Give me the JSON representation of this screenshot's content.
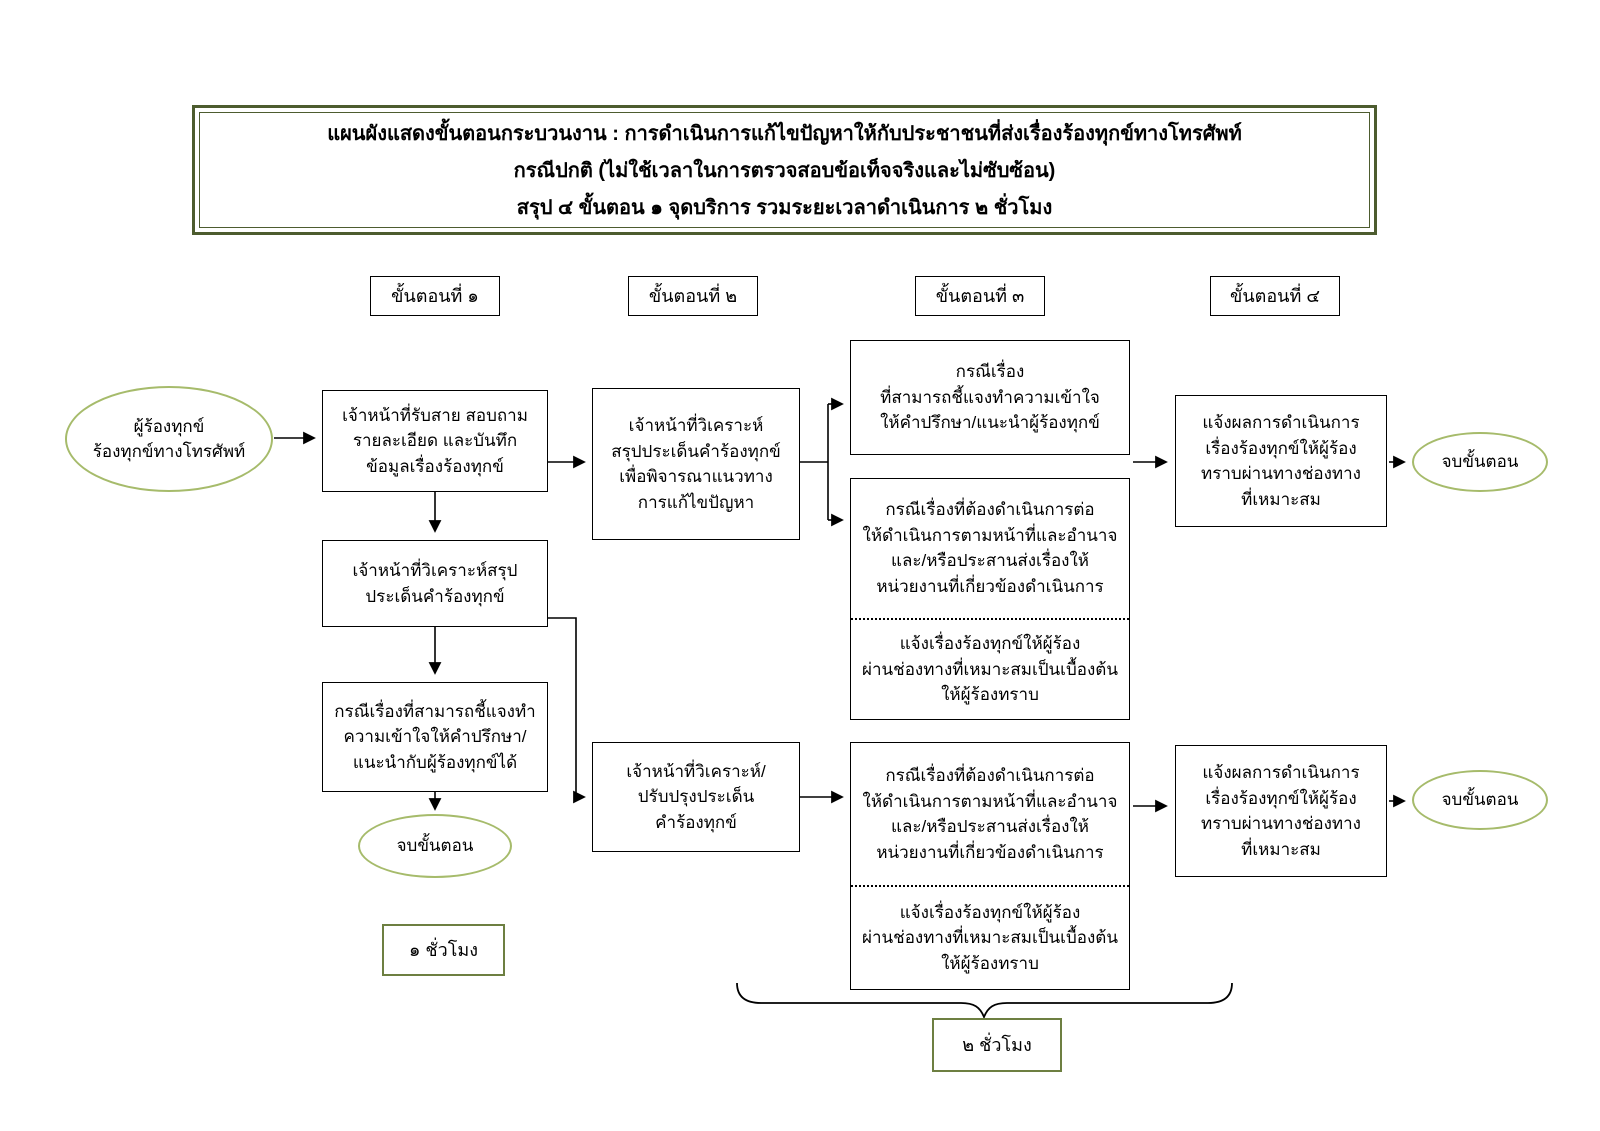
{
  "title": {
    "line1": "แผนผังแสดงขั้นตอนกระบวนงาน : การดำเนินการแก้ไขปัญหาให้กับประชาชนที่ส่งเรื่องร้องทุกข์ทางโทรศัพท์",
    "line2": "กรณีปกติ (ไม่ใช้เวลาในการตรวจสอบข้อเท็จจริงและไม่ซับซ้อน)",
    "line3": "สรุป ๔ ขั้นตอน ๑ จุดบริการ รวมระยะเวลาดำเนินการ ๒ ชั่วโมง"
  },
  "step_headers": [
    "ขั้นตอนที่ ๑",
    "ขั้นตอนที่ ๒",
    "ขั้นตอนที่ ๓",
    "ขั้นตอนที่ ๔"
  ],
  "nodes": {
    "start": "ผู้ร้องทุกข์\nร้องทุกข์ทางโทรศัพท์",
    "receive_call": "เจ้าหน้าที่รับสาย สอบถาม\nรายละเอียด และบันทึก\nข้อมูลเรื่องร้องทุกข์",
    "analyze_summary": "เจ้าหน้าที่วิเคราะห์สรุป\nประเด็นคำร้องทุกข์",
    "advice_case": "กรณีเรื่องที่สามารถชี้แจงทำ\nความเข้าใจให้คำปรึกษา/\nแนะนำกับผู้ร้องทุกข์ได้",
    "analyze_consider": "เจ้าหน้าที่วิเคราะห์\nสรุปประเด็นคำร้องทุกข์\nเพื่อพิจารณาแนวทาง\nการแก้ไขปัญหา",
    "analyze_update": "เจ้าหน้าที่วิเคราะห์/\nปรับปรุงประเด็น\nคำร้องทุกข์",
    "explain_case": "กรณีเรื่อง\nที่สามารถชี้แจงทำความเข้าใจ\nให้คำปรึกษา/แนะนำผู้ร้องทุกข์",
    "forward_case": "กรณีเรื่องที่ต้องดำเนินการต่อ\nให้ดำเนินการตามหน้าที่และอำนาจ\nและ/หรือประสานส่งเรื่องให้\nหน่วยงานที่เกี่ยวข้องดำเนินการ",
    "notify_initial": "แจ้งเรื่องร้องทุกข์ให้ผู้ร้อง\nผ่านช่องทางที่เหมาะสมเป็นเบื้องต้น\nให้ผู้ร้องทราบ",
    "report_result": "แจ้งผลการดำเนินการ\nเรื่องร้องทุกข์ให้ผู้ร้อง\nทราบผ่านทางช่องทาง\nที่เหมาะสม",
    "end_step": "จบขั้นตอน",
    "duration_1": "๑ ชั่วโมง",
    "duration_2": "๒ ชั่วโมง"
  },
  "colors": {
    "frame-green": "#4d5c2f",
    "ellipse-green": "#a6bb6b",
    "time-green": "#6d7f41"
  }
}
